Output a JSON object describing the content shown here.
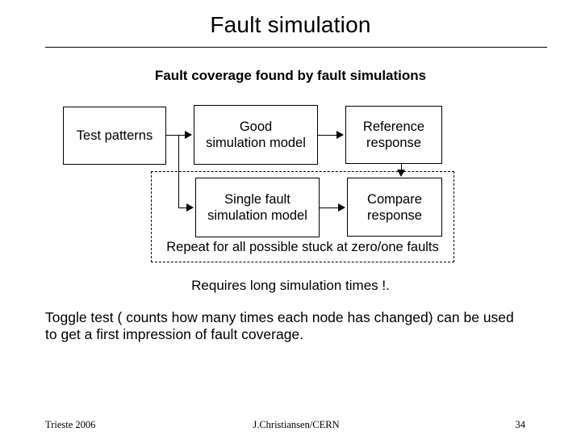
{
  "slide": {
    "title": "Fault simulation",
    "diagram_heading": "Fault coverage found by fault simulations",
    "accent_color": "#000000",
    "background_color": "#ffffff"
  },
  "diagram": {
    "boxes": [
      {
        "id": "test-patterns",
        "line1": "Test patterns",
        "line2": ""
      },
      {
        "id": "good-model",
        "line1": "Good",
        "line2": "simulation model"
      },
      {
        "id": "reference",
        "line1": "Reference",
        "line2": "response"
      },
      {
        "id": "single-fault",
        "line1": "Single fault",
        "line2": "simulation model"
      },
      {
        "id": "compare",
        "line1": "Compare",
        "line2": "response"
      }
    ],
    "dashed_region_caption": "Repeat for all possible stuck at zero/one faults"
  },
  "notes": {
    "requires": "Requires long simulation times !.",
    "toggle_line1": "Toggle test ( counts how many times each node has changed) can be used",
    "toggle_line2": "to get a first impression of fault coverage."
  },
  "footer": {
    "left": "Trieste 2006",
    "center": "J.Christiansen/CERN",
    "page": "34"
  }
}
